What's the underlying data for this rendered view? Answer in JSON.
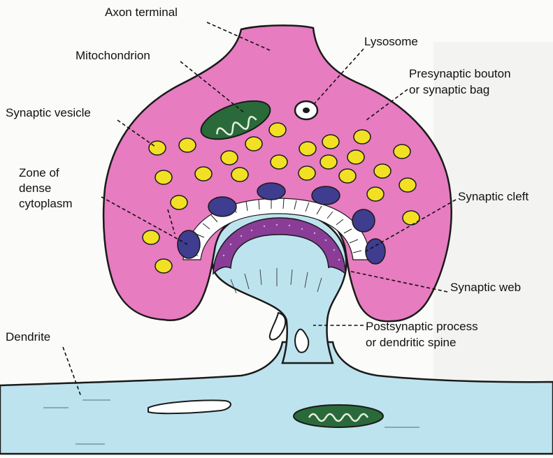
{
  "labels": {
    "axon_terminal": "Axon terminal",
    "lysosome": "Lysosome",
    "mitochondrion": "Mitochondrion",
    "presynaptic_bouton_line1": "Presynaptic bouton",
    "presynaptic_bouton_line2": "or synaptic bag",
    "synaptic_vesicle": "Synaptic vesicle",
    "zone_dense_line1": "Zone of",
    "zone_dense_line2": "dense",
    "zone_dense_line3": "cytoplasm",
    "synaptic_cleft": "Synaptic cleft",
    "synaptic_web": "Synaptic web",
    "postsynaptic_line1": "Postsynaptic process",
    "postsynaptic_line2": "or dendritic spine",
    "dendrite": "Dendrite"
  },
  "colors": {
    "bouton": "#e77cc0",
    "dendrite": "#bde3ee",
    "vesicle": "#f2e024",
    "dense_zone": "#3e3d8f",
    "synaptic_web": "#8a3d96",
    "mitochondrion": "#2a6a3a",
    "outline": "#1a1a1a"
  }
}
